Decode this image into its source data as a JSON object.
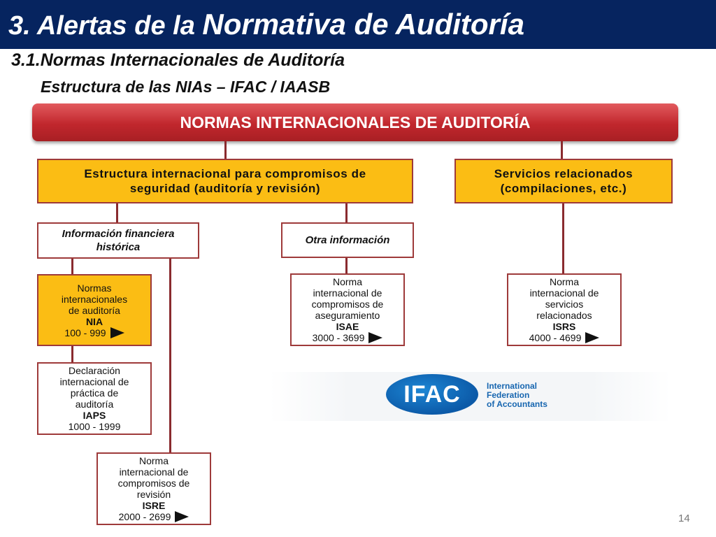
{
  "header": {
    "title_part1": "3. Alertas de la ",
    "title_part2": "Normativa de Auditoría",
    "subtitle1": "3.1.Normas Internacionales de Auditoría",
    "subtitle2": "Estructura de las NIAs – IFAC / IAASB"
  },
  "diagram": {
    "root": "NORMAS INTERNACIONALES DE AUDITORÍA",
    "branch_assurance": "Estructura internacional para compromisos de\nseguridad (auditoría y revisión)",
    "branch_related": "Servicios relacionados\n(compilaciones, etc.)",
    "cat_historical": "Información financiera\nhistórica",
    "cat_other": "Otra información",
    "nia": {
      "desc": "Normas\ninternacionales\nde auditoría",
      "code": "NIA",
      "range": "100 - 999"
    },
    "iaps": {
      "desc": "Declaración\ninternacional de\npráctica de\nauditoría",
      "code": "IAPS",
      "range": "1000 - 1999"
    },
    "isre": {
      "desc": "Norma\ninternacional de\ncompromisos de\nrevisión",
      "code": "ISRE",
      "range": "2000 - 2699"
    },
    "isae": {
      "desc": "Norma\ninternacional de\ncompromisos de\naseguramiento",
      "code": "ISAE",
      "range": "3000 - 3699"
    },
    "isrs": {
      "desc": "Norma\ninternacional de\nservicios\nrelacionados",
      "code": "ISRS",
      "range": "4000 - 4699"
    }
  },
  "logo": {
    "acronym": "IFAC",
    "name": "International\nFederation\nof Accountants"
  },
  "page_number": "14",
  "colors": {
    "title_bar": "#06245f",
    "banner": "#c1272d",
    "box_fill": "#fbbd14",
    "connector": "#8a2b2f"
  }
}
